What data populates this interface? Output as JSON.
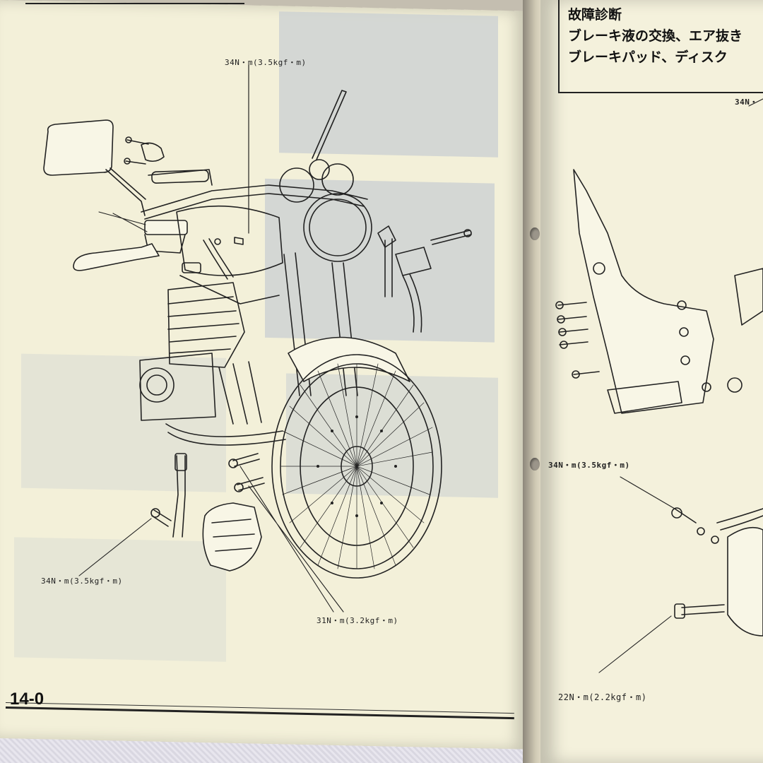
{
  "page": {
    "page_number": "14-0",
    "headings_right": [
      "故障診断",
      "ブレーキ液の交換、エア抜き",
      "ブレーキパッド、ディスク"
    ]
  },
  "torque_labels": {
    "top_left": "34N・m(3.5kgf・m)",
    "bottom_left": "34N・m(3.5kgf・m)",
    "bottom_center": "31N・m(3.2kgf・m)",
    "right_mid": "34N・m(3.5kgf・m)",
    "right_bottom": "22N・m(2.2kgf・m)",
    "right_top_partial": "34N・"
  },
  "colors": {
    "page": "#f3f0d9",
    "ink": "#222222",
    "ghost_text": "#c7cdd3"
  }
}
